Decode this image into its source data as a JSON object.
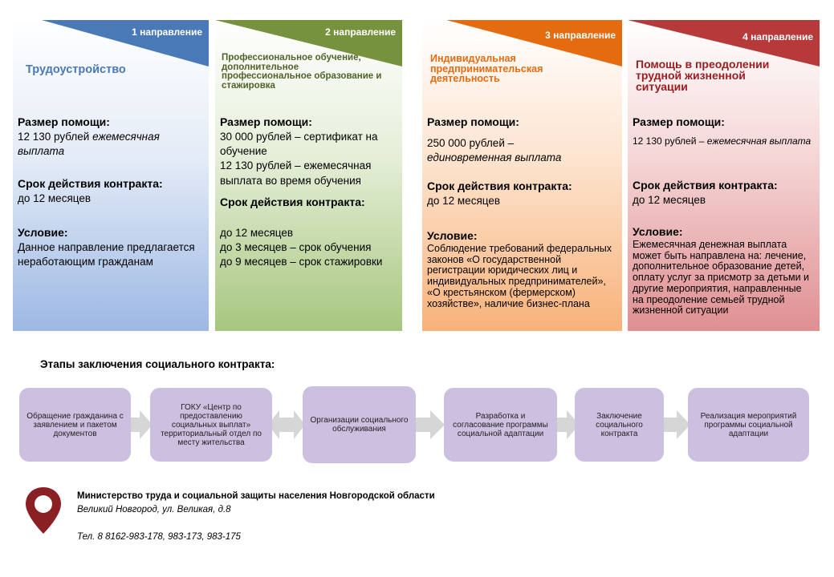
{
  "colors": {
    "dir1": "#4a79b7",
    "dir2": "#76923c",
    "dir3": "#e56b10",
    "dir4": "#b73a3a",
    "stage": "#cdbfdf",
    "arrow": "#d6d6d6",
    "pin": "#8b2024"
  },
  "directions": [
    {
      "label": "1 направление",
      "title": "Трудоустройство",
      "size_heading": "Размер помощи:",
      "size_text": "12 130 рублей",
      "size_italic": "ежемесячная выплата",
      "term_heading": "Срок действия контракта:",
      "term_text": "до 12 месяцев",
      "condition_heading": "Условие:",
      "condition_text": "Данное направление предлагается неработающим гражданам"
    },
    {
      "label": "2 направление",
      "title": "Профессиональное обучение, дополнительное профессиональное образование и стажировка",
      "size_heading": "Размер помощи:",
      "size_line1": "30 000 рублей – сертификат на обучение",
      "size_line2": "12 130 рублей – ежемесячная выплата во время обучения",
      "term_heading": "Срок действия контракта:",
      "term_line1": "до 12 месяцев",
      "term_line2": "до 3 месяцев – срок обучения",
      "term_line3": "до 9 месяцев – срок стажировки"
    },
    {
      "label": "3 направление",
      "title": "Индивидуальная предпринимательская деятельность",
      "size_heading": "Размер помощи:",
      "size_text": "250 000 рублей –",
      "size_italic": "единовременная выплата",
      "term_heading": "Срок действия контракта:",
      "term_text": "до 12 месяцев",
      "condition_heading": "Условие:",
      "condition_text": "Соблюдение требований федеральных законов «О государственной регистрации юридических лиц и индивидуальных предпринимателей», «О крестьянском (фермерском) хозяйстве», наличие бизнес-плана"
    },
    {
      "label": "4 направление",
      "title": "Помощь в преодолении трудной жизненной ситуации",
      "size_heading": "Размер помощи:",
      "size_text": "12 130 рублей –",
      "size_italic": "ежемесячная выплата",
      "term_heading": "Срок действия контракта:",
      "term_text": "до 12 месяцев",
      "condition_heading": "Условие:",
      "condition_text": "Ежемесячная денежная выплата может быть направлена на: лечение, дополнительное образование детей, оплату услуг за присмотр за детьми и другие мероприятия, направленные на преодоление семьей трудной жизненной ситуации"
    }
  ],
  "stages": {
    "title": "Этапы заключения социального контракта:",
    "items": [
      "Обращение гражданина с заявлением и пакетом документов",
      "ГОКУ «Центр по предоставлению социальных выплат» территориальный отдел по месту жительства",
      "Организации социального обслуживания",
      "Разработка и согласование программы социальной адаптации",
      "Заключение социального контракта",
      "Реализация мероприятий программы социальной адаптации"
    ]
  },
  "footer": {
    "org": "Министерство труда и социальной защиты населения Новгородской области",
    "address": "Великий Новгород, ул. Великая, д.8",
    "phone": "Тел. 8 8162-983-178, 983-173, 983-175"
  }
}
